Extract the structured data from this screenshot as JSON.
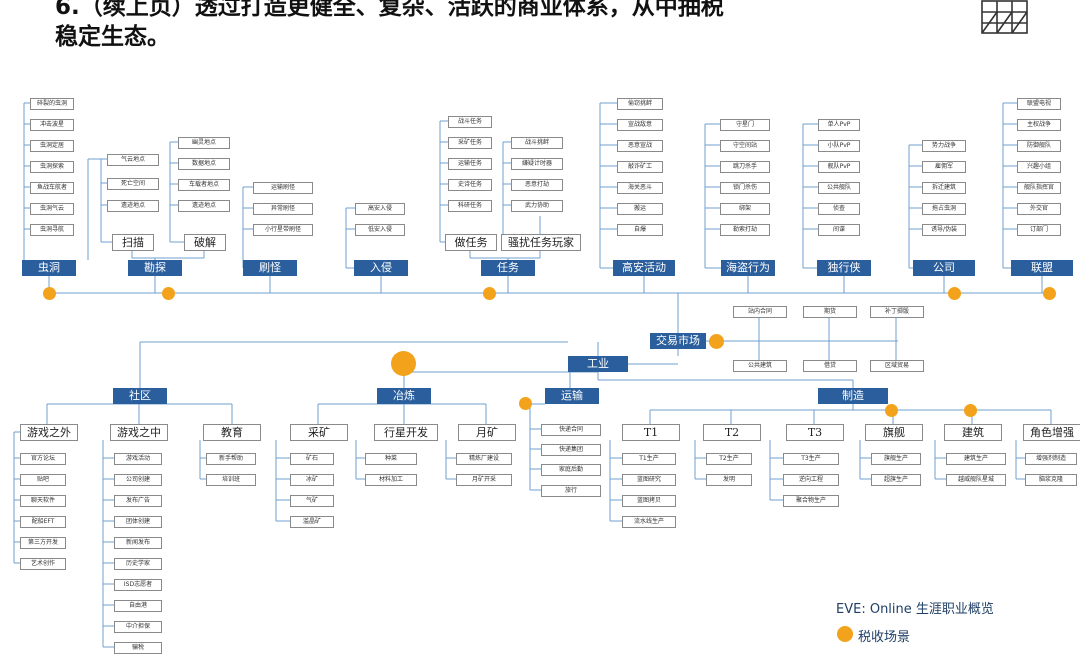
{
  "header": {
    "line1": "6.（续上页）透过打造更健全、复杂、活跃的商业体系，从中抽税",
    "line2": "稳定生态。"
  },
  "legend": {
    "title": "EVE: Online 生涯职业概览",
    "tax_label": "税收场景"
  },
  "colors": {
    "category": "#2a5e9c",
    "tax": "#f3a21c",
    "line": "#6f9fcf",
    "box_border": "#8a8a8a"
  },
  "tree": {
    "wormhole": {
      "label": "虫洞",
      "items": [
        "碎裂的虫洞",
        "冲击波星",
        "虫洞定居",
        "虫洞探索",
        "鱼战车航者",
        "虫洞气云",
        "虫洞寻航"
      ]
    },
    "exploration": {
      "label": "勘探",
      "scan": {
        "label": "扫描",
        "items": [
          "气云地点",
          "死亡空间",
          "遗迹地点"
        ]
      },
      "hack": {
        "label": "破解",
        "items": [
          "幽灵地点",
          "数据地点",
          "车载者地点",
          "遗迹地点"
        ]
      }
    },
    "ratting": {
      "label": "刷怪",
      "items": [
        "运输刷怪",
        "异常刷怪",
        "小行星带刷怪"
      ]
    },
    "invasion": {
      "label": "入侵",
      "items": [
        "高安入侵",
        "低安入侵"
      ]
    },
    "missions": {
      "label": "任务",
      "do": {
        "label": "做任务",
        "items": [
          "战斗任务",
          "采矿任务",
          "运输任务",
          "史诗任务",
          "科研任务"
        ]
      },
      "harass": {
        "label": "骚扰任务玩家",
        "items": [
          "战斗挑衅",
          "嫌疑计时器",
          "恶意打劫",
          "武力协助"
        ]
      }
    },
    "highsec": {
      "label": "高安活动",
      "items": [
        "偷窃挑衅",
        "宣战敌意",
        "恶意宣战",
        "敲诈矿工",
        "海关恶斗",
        "搬运",
        "自爆"
      ]
    },
    "pirate": {
      "label": "海盗行为",
      "items": [
        "守星门",
        "守空间站",
        "跳刀杀手",
        "锁门杀伤",
        "绑架",
        "勒索打劫"
      ]
    },
    "solo": {
      "label": "独行侠",
      "items": [
        "单人PvP",
        "小队PvP",
        "舰队PvP",
        "公共舰队",
        "侦查",
        "间谍"
      ]
    },
    "corp": {
      "label": "公司",
      "items": [
        "势力战争",
        "雇佣军",
        "拆迁建筑",
        "拖占虫洞",
        "诱导/伪装"
      ]
    },
    "alliance": {
      "label": "联盟",
      "items": [
        "联盟电视",
        "主权战争",
        "防御舰队",
        "兴趣小组",
        "舰队指挥官",
        "外交官",
        "订部门"
      ]
    },
    "market": {
      "label": "交易市场",
      "top": [
        "站内合同",
        "期货",
        "补丁掷骰"
      ],
      "bottom": [
        "公共建筑",
        "借贷",
        "区域贸易"
      ]
    },
    "industry": {
      "label": "工业"
    },
    "community": {
      "label": "社区",
      "outside": {
        "label": "游戏之外",
        "items": [
          "官方论坛",
          "贴吧",
          "聊天软件",
          "配船EFT",
          "第三方开发",
          "艺术创作"
        ]
      },
      "inside": {
        "label": "游戏之中",
        "items": [
          "游戏活动",
          "公司创建",
          "发布广告",
          "团体创建",
          "新闻发布",
          "历史学家",
          "ISD志愿者",
          "自由港",
          "中介担保",
          "骗税"
        ]
      },
      "education": {
        "label": "教育",
        "items": [
          "新手帮助",
          "培训班"
        ]
      }
    },
    "refining": {
      "label": "冶炼",
      "mining": {
        "label": "采矿",
        "items": [
          "矿石",
          "冰矿",
          "气矿",
          "滥晶矿"
        ]
      },
      "planet": {
        "label": "行星开发",
        "items": [
          "种菜",
          "材料加工"
        ]
      },
      "moon": {
        "label": "月矿",
        "items": [
          "精炼厂建设",
          "月矿开采"
        ]
      }
    },
    "transport": {
      "label": "运输",
      "items": [
        "快递合同",
        "快递集团",
        "家庭后勤",
        "旅行"
      ]
    },
    "manufacturing": {
      "label": "制造",
      "t1": {
        "label": "T1",
        "items": [
          "T1生产",
          "蓝图研究",
          "蓝图拷贝",
          "流水线生产"
        ]
      },
      "t2": {
        "label": "T2",
        "items": [
          "T2生产",
          "发明"
        ]
      },
      "t3": {
        "label": "T3",
        "items": [
          "T3生产",
          "逆向工程",
          "聚合物生产"
        ]
      },
      "flagship": {
        "label": "旗舰",
        "items": [
          "旗舰生产",
          "超旗生产"
        ]
      },
      "building": {
        "label": "建筑",
        "items": [
          "建筑生产",
          "越威舰队星城"
        ]
      },
      "augment": {
        "label": "角色增强",
        "items": [
          "增强剂制造",
          "脑浆克隆"
        ]
      }
    }
  }
}
